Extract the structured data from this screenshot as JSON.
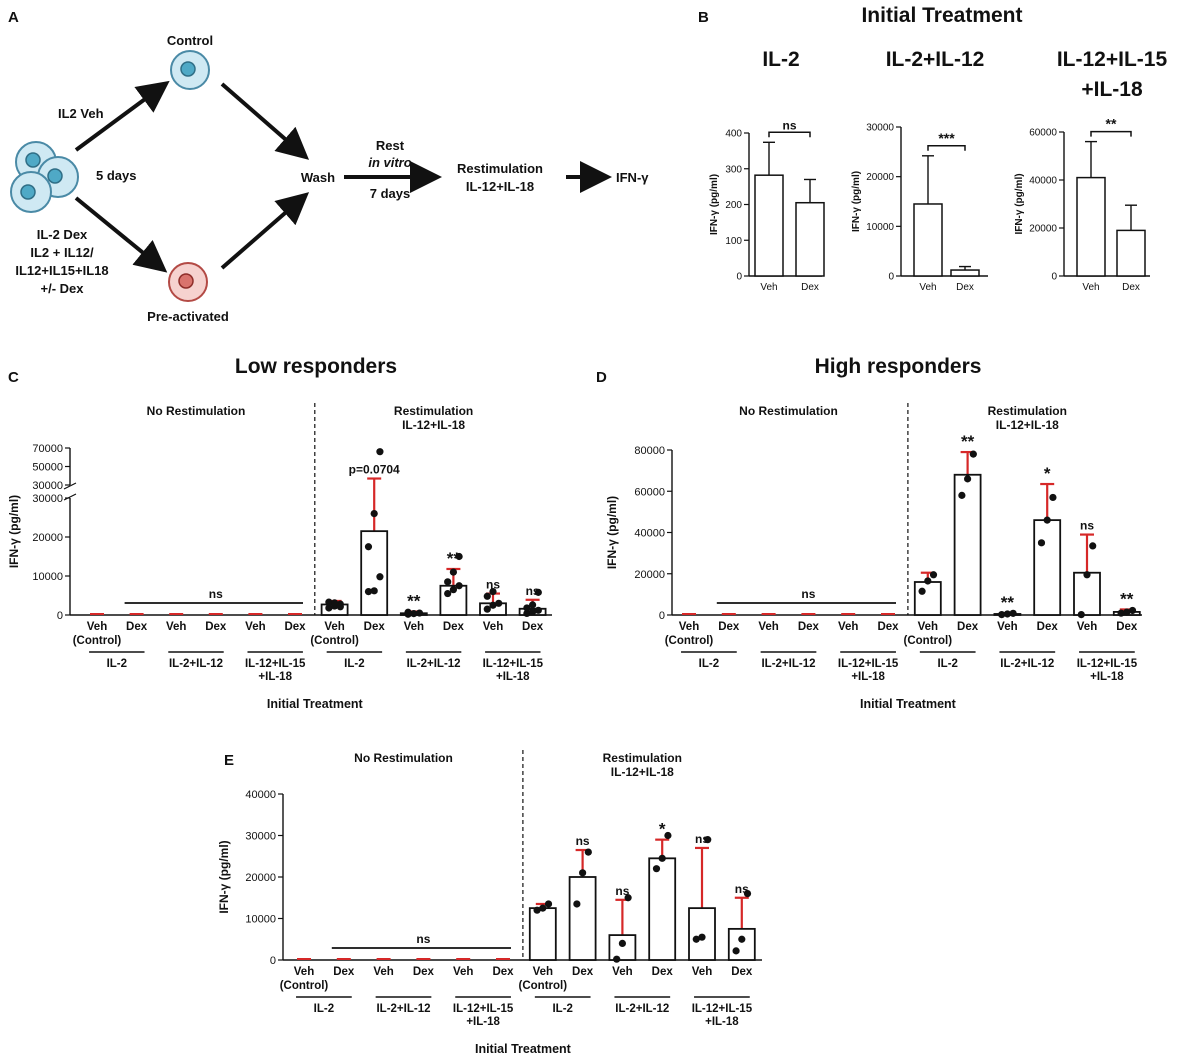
{
  "panel_a": {
    "letter": "A",
    "control_label": "Control",
    "preactivated_label": "Pre-activated",
    "veh_arrow_label": "IL2 Veh",
    "days_label": "5 days",
    "dex_lines": [
      "IL-2 Dex",
      "IL2 + IL12/",
      "IL12+IL15+IL18",
      "+/- Dex"
    ],
    "wash_label": "Wash",
    "rest_label": "Rest",
    "invitro_label": "in vitro",
    "rest_days_label": "7 days",
    "restim_label": "Restimulation",
    "restim_agents": "IL-12+IL-18",
    "output_label": "IFN-γ"
  },
  "panel_b": {
    "letter": "B",
    "title": "Initial Treatment"
  },
  "chart_data": [
    {
      "id": "B1",
      "type": "bar",
      "title": "IL-2",
      "categories": [
        "Veh",
        "Dex"
      ],
      "values": [
        282,
        205
      ],
      "errors": [
        92,
        65
      ],
      "ylabel": "IFN-γ (pg/ml)",
      "ylim": [
        0,
        400
      ],
      "yticks": [
        0,
        100,
        200,
        300,
        400
      ],
      "significance": "ns"
    },
    {
      "id": "B2",
      "type": "bar",
      "title": "IL-2+IL-12",
      "categories": [
        "Veh",
        "Dex"
      ],
      "values": [
        14500,
        1200
      ],
      "errors": [
        9700,
        700
      ],
      "ylabel": "IFN-γ (pg/ml)",
      "ylim": [
        0,
        30000
      ],
      "yticks": [
        0,
        10000,
        20000,
        30000
      ],
      "significance": "***"
    },
    {
      "id": "B3",
      "type": "bar",
      "title_lines": [
        "IL-12+IL-15",
        "+IL-18"
      ],
      "categories": [
        "Veh",
        "Dex"
      ],
      "values": [
        41000,
        19000
      ],
      "errors": [
        15000,
        10500
      ],
      "ylabel": "IFN-γ (pg/ml)",
      "ylim": [
        0,
        60000
      ],
      "yticks": [
        0,
        20000,
        40000,
        60000
      ],
      "significance": "**"
    },
    {
      "id": "C",
      "letter": "C",
      "type": "bar",
      "title": "Low responders",
      "ylabel": "IFN-γ (pg/ml)",
      "yaxis_break": true,
      "yticks_lower": [
        0,
        10000,
        20000,
        30000
      ],
      "yticks_upper": [
        30000,
        50000,
        70000
      ],
      "ylim_lower": [
        0,
        30000
      ],
      "ylim_upper": [
        30000,
        70000
      ],
      "section_left": "No Restimulation",
      "section_right": [
        "Restimulation",
        "IL-12+IL-18"
      ],
      "bar_labels": [
        "Veh",
        "Dex",
        "Veh",
        "Dex",
        "Veh",
        "Dex",
        "Veh",
        "Dex",
        "Veh",
        "Dex",
        "Veh",
        "Dex"
      ],
      "control_note": "(Control)",
      "groups": [
        [
          "IL-2"
        ],
        [
          "IL-2+IL-12"
        ],
        [
          "IL-12+IL-15",
          "+IL-18"
        ],
        [
          "IL-2"
        ],
        [
          "IL-2+IL-12"
        ],
        [
          "IL-12+IL-15",
          "+IL-18"
        ]
      ],
      "xlabel": "Initial Treatment",
      "values": [
        0,
        0,
        0,
        0,
        0,
        0,
        2700,
        21500,
        450,
        7500,
        3000,
        1600
      ],
      "errors": [
        0,
        0,
        0,
        0,
        0,
        0,
        900,
        15500,
        450,
        4300,
        2500,
        2300
      ],
      "points": [
        [],
        [],
        [],
        [],
        [],
        [],
        [
          1800,
          2300,
          2800,
          3300,
          3100,
          2100
        ],
        [
          6000,
          6200,
          9800,
          17500,
          26000,
          66000
        ],
        [
          200,
          350,
          500,
          700
        ],
        [
          5500,
          6500,
          7500,
          8500,
          11000,
          15000
        ],
        [
          1500,
          2500,
          3000,
          4800,
          6000
        ],
        [
          400,
          800,
          1200,
          1800,
          2600,
          5800
        ]
      ],
      "significance": [
        "",
        "",
        "",
        "",
        "",
        "",
        "",
        "p=0.0704",
        "**",
        "**",
        "ns",
        "ns"
      ],
      "bracket_label": "ns"
    },
    {
      "id": "D",
      "letter": "D",
      "type": "bar",
      "title": "High responders",
      "ylabel": "IFN-γ (pg/ml)",
      "ylim": [
        0,
        80000
      ],
      "yticks": [
        0,
        20000,
        40000,
        60000,
        80000
      ],
      "section_left": "No Restimulation",
      "section_right": [
        "Restimulation",
        "IL-12+IL-18"
      ],
      "bar_labels": [
        "Veh",
        "Dex",
        "Veh",
        "Dex",
        "Veh",
        "Dex",
        "Veh",
        "Dex",
        "Veh",
        "Dex",
        "Veh",
        "Dex"
      ],
      "control_note": "(Control)",
      "groups": [
        [
          "IL-2"
        ],
        [
          "IL-2+IL-12"
        ],
        [
          "IL-12+IL-15",
          "+IL-18"
        ],
        [
          "IL-2"
        ],
        [
          "IL-2+IL-12"
        ],
        [
          "IL-12+IL-15",
          "+IL-18"
        ]
      ],
      "xlabel": "Initial Treatment",
      "values": [
        0,
        0,
        0,
        0,
        0,
        0,
        16000,
        68000,
        500,
        46000,
        20500,
        1500
      ],
      "errors": [
        0,
        0,
        0,
        0,
        0,
        0,
        4500,
        11000,
        400,
        17500,
        18500,
        1200
      ],
      "points": [
        [],
        [],
        [],
        [],
        [],
        [],
        [
          11500,
          16500,
          19500
        ],
        [
          58000,
          66000,
          78000
        ],
        [
          200,
          500,
          800
        ],
        [
          35000,
          46000,
          57000
        ],
        [
          200,
          19500,
          33500
        ],
        [
          900,
          1400,
          2200
        ]
      ],
      "significance": [
        "",
        "",
        "",
        "",
        "",
        "",
        "",
        "**",
        "**",
        "*",
        "ns",
        "**"
      ],
      "bracket_label": "ns"
    },
    {
      "id": "E",
      "letter": "E",
      "type": "bar",
      "title": "",
      "ylabel": "IFN-γ (pg/ml)",
      "ylim": [
        0,
        40000
      ],
      "yticks": [
        0,
        10000,
        20000,
        30000,
        40000
      ],
      "section_left": "No Restimulation",
      "section_right": [
        "Restimulation",
        "IL-12+IL-18"
      ],
      "bar_labels": [
        "Veh",
        "Dex",
        "Veh",
        "Dex",
        "Veh",
        "Dex",
        "Veh",
        "Dex",
        "Veh",
        "Dex",
        "Veh",
        "Dex"
      ],
      "control_note": "(Control)",
      "groups": [
        [
          "IL-2"
        ],
        [
          "IL-2+IL-12"
        ],
        [
          "IL-12+IL-15",
          "+IL-18"
        ],
        [
          "IL-2"
        ],
        [
          "IL-2+IL-12"
        ],
        [
          "IL-12+IL-15",
          "+IL-18"
        ]
      ],
      "xlabel": "Initial Treatment",
      "values": [
        0,
        0,
        0,
        0,
        0,
        0,
        12500,
        20000,
        6000,
        24500,
        12500,
        7500
      ],
      "errors": [
        0,
        0,
        0,
        0,
        0,
        0,
        1000,
        6500,
        8500,
        4500,
        14500,
        7500
      ],
      "points": [
        [],
        [],
        [],
        [],
        [],
        [],
        [
          12000,
          12500,
          13500
        ],
        [
          13500,
          21000,
          26000
        ],
        [
          200,
          4000,
          15000
        ],
        [
          22000,
          24500,
          30000
        ],
        [
          5000,
          5500,
          29000
        ],
        [
          2200,
          5000,
          16000
        ]
      ],
      "significance": [
        "",
        "",
        "",
        "",
        "",
        "",
        "",
        "ns",
        "ns",
        "*",
        "ns",
        "ns"
      ],
      "bracket_label": "ns"
    }
  ]
}
